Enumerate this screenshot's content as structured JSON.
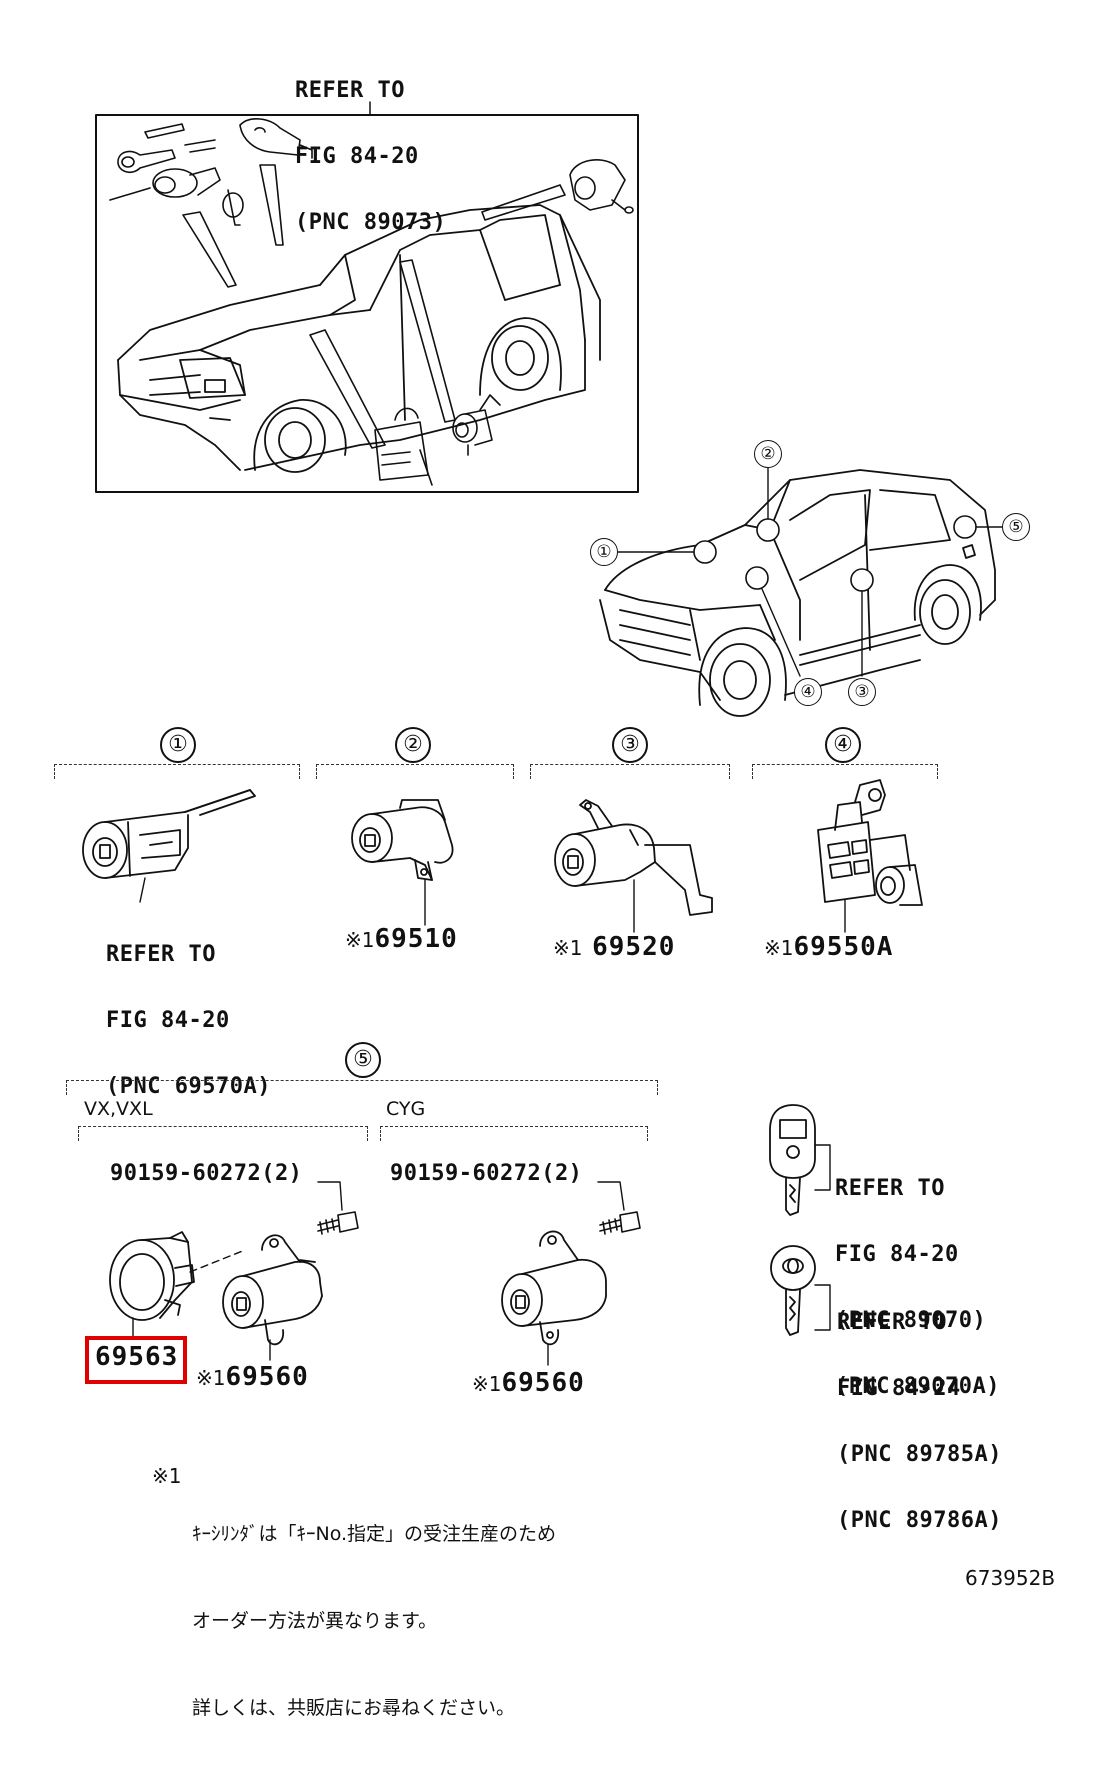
{
  "top_ref": [
    "REFER TO",
    "FIG 84-20",
    "(PNC 89073)"
  ],
  "callouts": {
    "c1": "①",
    "c2": "②",
    "c3": "③",
    "c4": "④",
    "c5": "⑤"
  },
  "sections": {
    "s1": {
      "circle": "①",
      "ref": [
        "REFER TO",
        "FIG 84-20",
        "(PNC 69570A)"
      ]
    },
    "s2": {
      "circle": "②",
      "mark": "※1",
      "part": "69510"
    },
    "s3": {
      "circle": "③",
      "mark": "※1",
      "part": "69520"
    },
    "s4": {
      "circle": "④",
      "mark": "※1",
      "part": "69550A"
    },
    "s5": {
      "circle": "⑤",
      "left_grade": "VX,VXL",
      "right_grade": "CYG",
      "left_bolt": "90159-60272(2)",
      "right_bolt": "90159-60272(2)",
      "left_part_highlight": "69563",
      "left_mark": "※1",
      "left_part": "69560",
      "right_mark": "※1",
      "right_part": "69560"
    }
  },
  "key_refs": {
    "k1": [
      "REFER TO",
      "FIG 84-20",
      "(PNC 89070)",
      "(PNC 89070A)"
    ],
    "k2": [
      "REFER TO",
      "FIG 84-24",
      "(PNC 89785A)",
      "(PNC 89786A)"
    ]
  },
  "note": {
    "mark": "※1",
    "lines": [
      "ｷｰｼﾘﾝﾀﾞは「ｷｰNo.指定」の受注生産のため",
      "オーダー方法が異なります。",
      "詳しくは、共販店にお尋ねください。"
    ]
  },
  "figure_id": "673952B",
  "colors": {
    "highlight": "#e00000",
    "ink": "#111111"
  }
}
